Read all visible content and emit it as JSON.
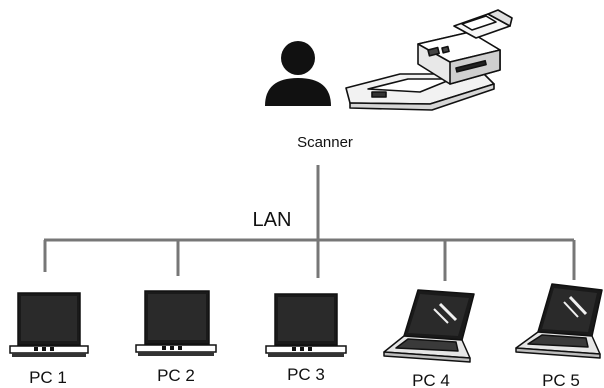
{
  "scanner": {
    "label": "Scanner"
  },
  "network": {
    "label": "LAN"
  },
  "computers": [
    {
      "label": "PC 1",
      "kind": "monitor"
    },
    {
      "label": "PC 2",
      "kind": "monitor"
    },
    {
      "label": "PC 3",
      "kind": "monitor"
    },
    {
      "label": "PC 4",
      "kind": "laptop"
    },
    {
      "label": "PC 5",
      "kind": "laptop"
    }
  ],
  "colors": {
    "line": "#777777",
    "device_dark": "#1a1a1a",
    "device_light": "#f4f4f4"
  },
  "icons": [
    "user-icon",
    "scanner-icon",
    "desktop-monitor-icon",
    "laptop-icon"
  ]
}
